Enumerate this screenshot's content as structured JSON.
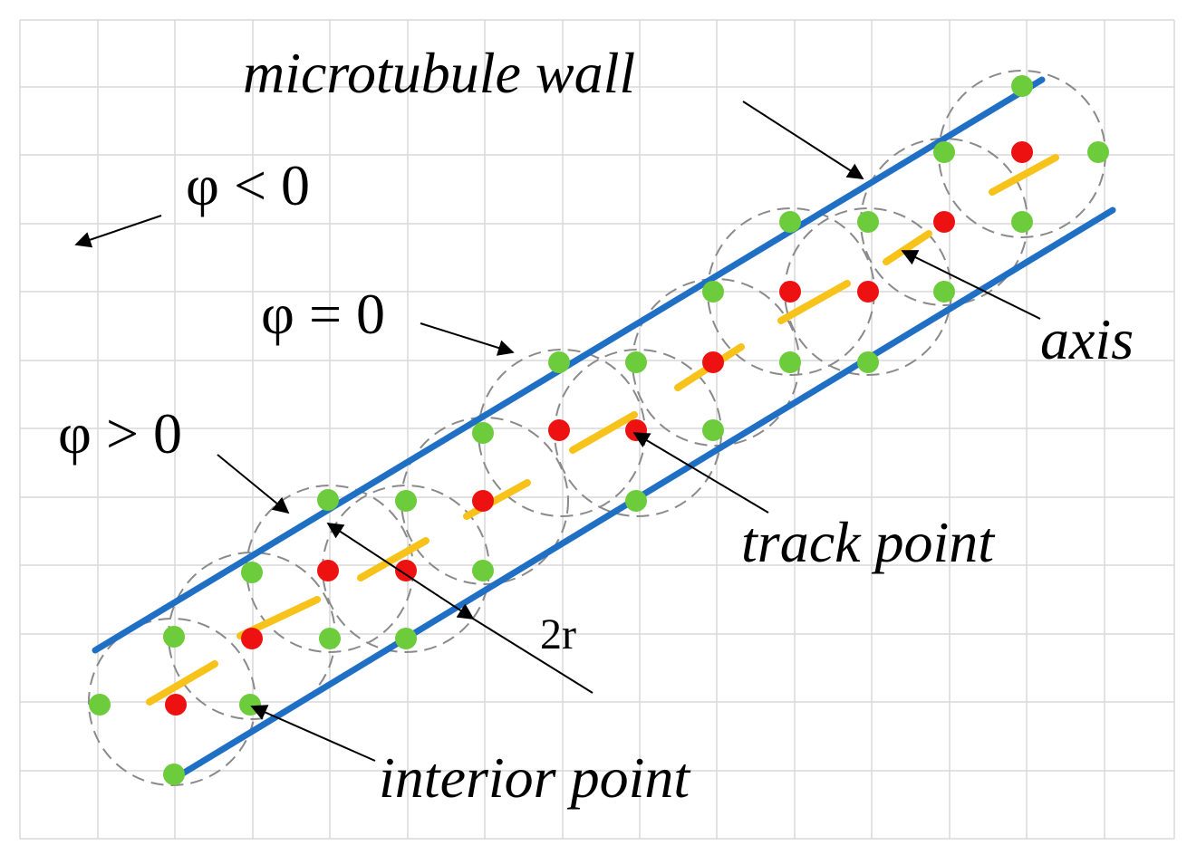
{
  "labels": {
    "microtubule_wall": "microtubule wall",
    "phi_less": "φ < 0",
    "phi_equal": "φ = 0",
    "phi_greater": "φ > 0",
    "axis": "axis",
    "track_point": "track point",
    "two_r": "2r",
    "interior_point": "interior point"
  },
  "colors": {
    "wall": "#1f6fc5",
    "axis": "#f7c21a",
    "track_point": "#ee1111",
    "interior_point": "#6ccc3c",
    "circle": "#8a8a8a",
    "grid": "#d9d9d9"
  }
}
